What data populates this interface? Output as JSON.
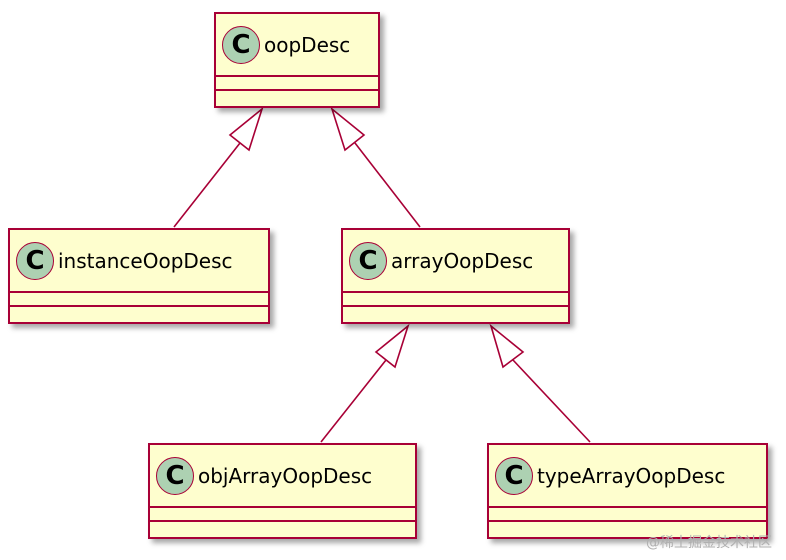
{
  "diagram": {
    "classes": {
      "oopDesc": {
        "badge": "C",
        "name": "oopDesc"
      },
      "instanceOopDesc": {
        "badge": "C",
        "name": "instanceOopDesc"
      },
      "arrayOopDesc": {
        "badge": "C",
        "name": "arrayOopDesc"
      },
      "objArrayOopDesc": {
        "badge": "C",
        "name": "objArrayOopDesc"
      },
      "typeArrayOopDesc": {
        "badge": "C",
        "name": "typeArrayOopDesc"
      }
    },
    "relations": [
      {
        "type": "inheritance",
        "from": "instanceOopDesc",
        "to": "oopDesc"
      },
      {
        "type": "inheritance",
        "from": "arrayOopDesc",
        "to": "oopDesc"
      },
      {
        "type": "inheritance",
        "from": "objArrayOopDesc",
        "to": "arrayOopDesc"
      },
      {
        "type": "inheritance",
        "from": "typeArrayOopDesc",
        "to": "arrayOopDesc"
      }
    ],
    "colors": {
      "fill": "#fefece",
      "border": "#a80036",
      "badge": "#add1b2"
    }
  },
  "watermark": "@稀土掘金技术社区"
}
